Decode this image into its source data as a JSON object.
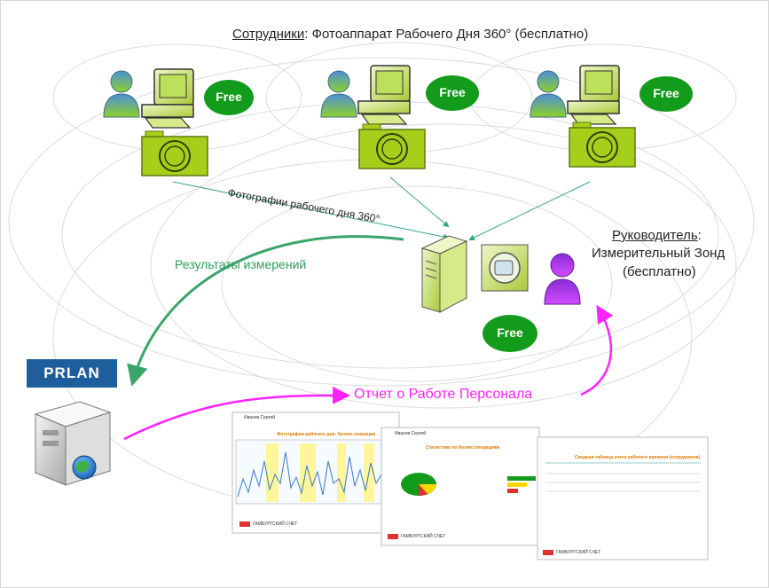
{
  "employees": {
    "title_prefix": "Сотрудники",
    "title_rest": ": Фотоаппарат Рабочего Дня 360° (бесплатно)"
  },
  "free_label": "Free",
  "photo_label": "Фотографии рабочего дня 360°",
  "results_label": "Результаты измерений",
  "manager": {
    "title": "Руководитель",
    "title_colon": ":",
    "line2": "Измерительный Зонд",
    "line3": "(бесплатно)"
  },
  "report_label": "Отчет о Работе Персонала",
  "logo_text": "PRLAN",
  "colors": {
    "green_label": "#2e9b5a",
    "magenta": "#ff22ff",
    "free_badge": "#139c1b",
    "camera": "#a6cf1c",
    "logo_bg": "#1e5e9c"
  },
  "reports": {
    "r1": {
      "name": "Иванов Сергей",
      "heading": "Фотография рабочего дня: бизнес-операции",
      "footer": "ГАМБУРГСКИЙ СЧЕТ"
    },
    "r2": {
      "name": "Иванов Сергей",
      "heading": "Статистика по бизнес-операциям",
      "footer": "ГАМБУРГСКИЙ СЧЕТ"
    },
    "r3": {
      "heading": "Сводная таблица учета рабочего времени (сотрудников)",
      "footer": "ГАМБУРГСКИЙ СЧЕТ"
    }
  }
}
